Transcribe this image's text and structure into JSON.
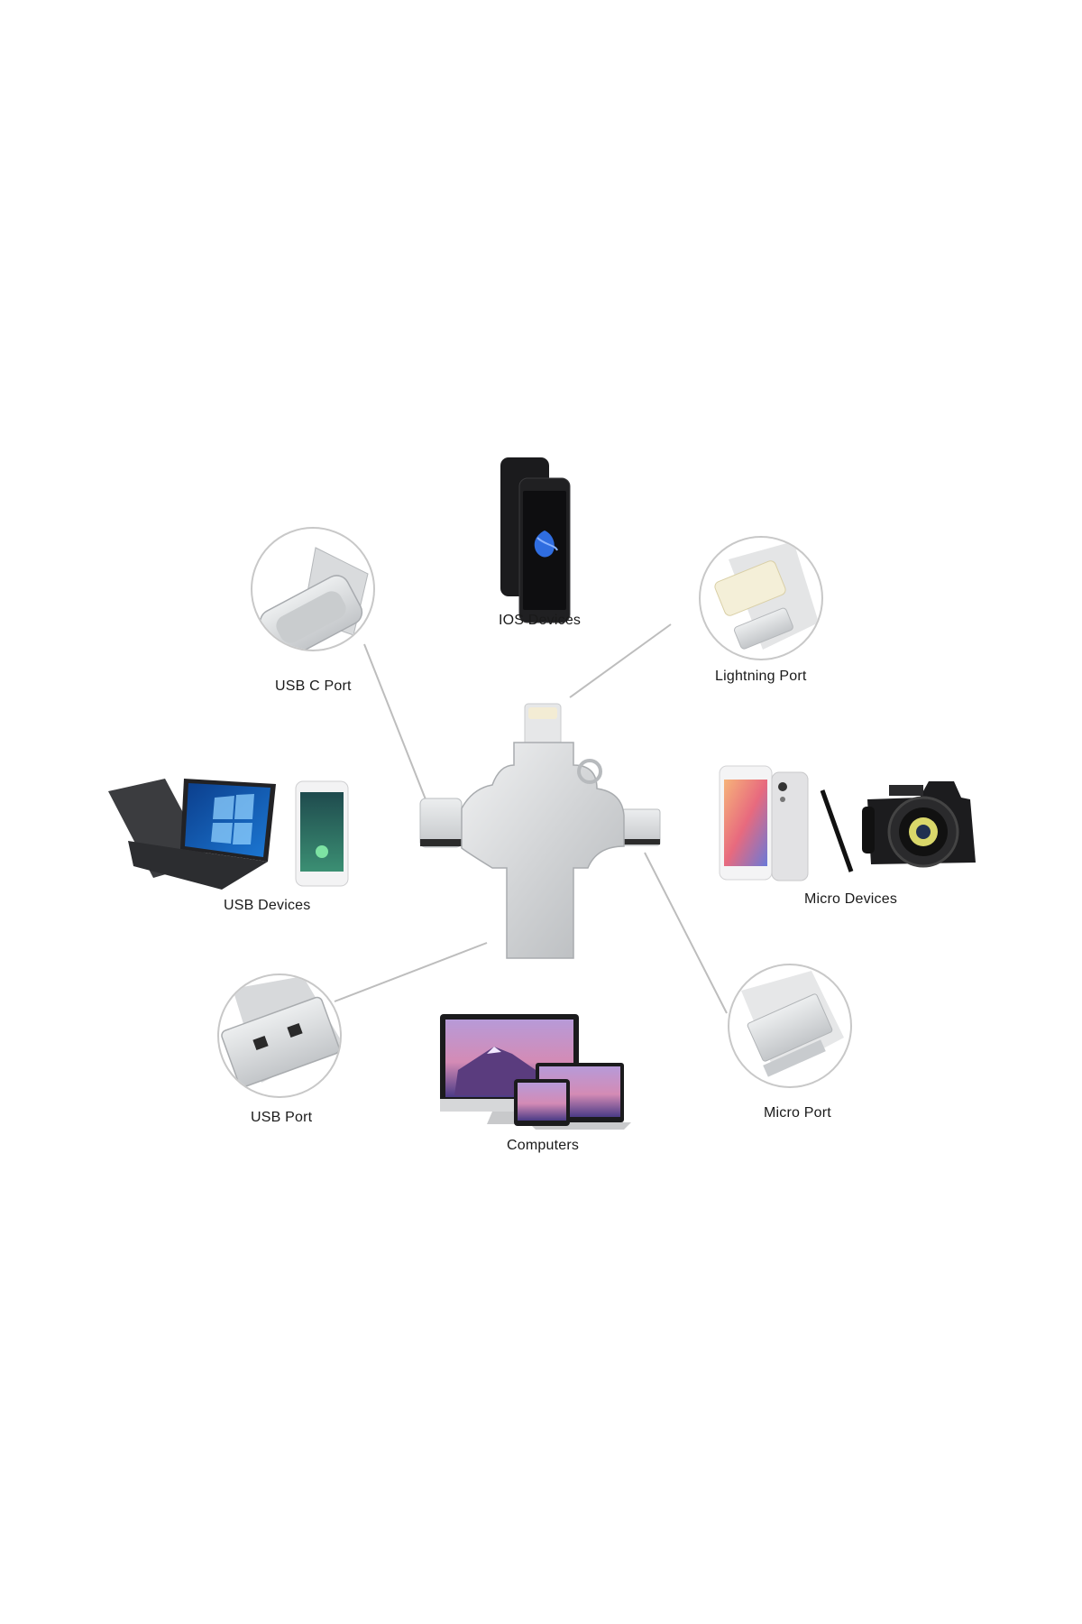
{
  "labels": {
    "ios_devices": "IOS Devices",
    "lightning_port": "Lightning Port",
    "usb_c_port": "USB C Port",
    "usb_devices": "USB Devices",
    "micro_devices": "Micro Devices",
    "usb_port": "USB Port",
    "computers": "Computers",
    "micro_port": "Micro Port"
  },
  "colors": {
    "background": "#ffffff",
    "silver": "#d4d6d8",
    "connector_line": "#b8b8b8",
    "text": "#1a1a1a"
  }
}
